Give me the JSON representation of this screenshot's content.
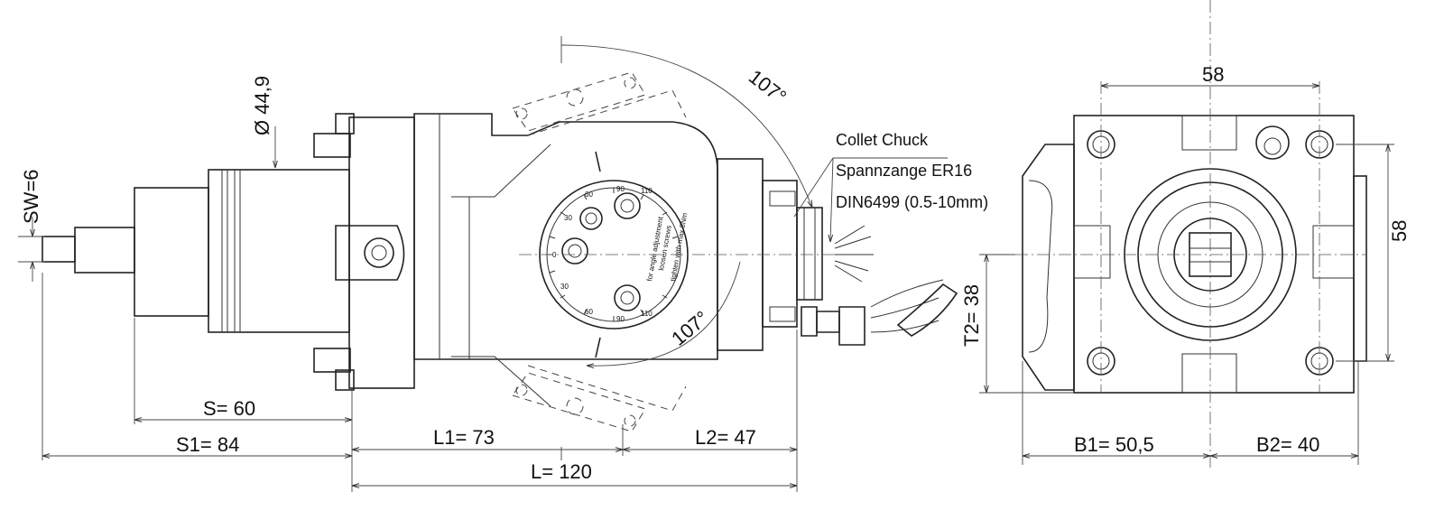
{
  "dimensions": {
    "sw": "SW=6",
    "dia": "Ø 44,9",
    "s": "S= 60",
    "s1": "S1= 84",
    "l1": "L1=  73",
    "l2": "L2=  47",
    "l": "L=  120",
    "b1": "B1=  50,5",
    "b2": "B2= 40",
    "t2": "T2= 38",
    "w_top": "58",
    "h_right": "58"
  },
  "angles": {
    "upper": "107°",
    "lower": "107°"
  },
  "collet_note": {
    "line1": "Collet Chuck",
    "line2": "Spannzange ER16",
    "line3": "DIN6499 (0.5-10mm)"
  },
  "dial": {
    "text1": "for angle adjustment",
    "text2": "loosen screws",
    "text3": "tighten with max 8Nm",
    "ticks": [
      "30",
      "60",
      "90",
      "110",
      "0",
      "30",
      "60",
      "90",
      "110"
    ]
  }
}
